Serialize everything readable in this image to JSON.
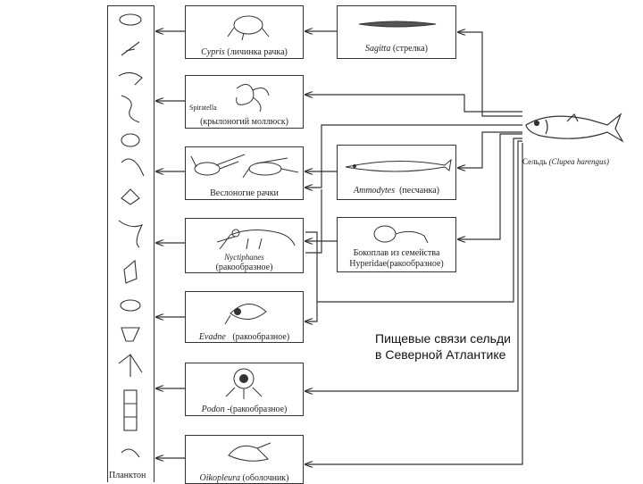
{
  "plankton_label": "Планктон",
  "herring": {
    "label": "Сельдь",
    "latin": "(Clupea harengus)"
  },
  "caption": {
    "line1": "Пищевые связи сельди",
    "line2": "в Северной Атлантике"
  },
  "column1": [
    {
      "latin": "Cypris",
      "text": "(личинка рачка)"
    },
    {
      "latin": "Spiratella",
      "text": "(крылоногий моллюск)"
    },
    {
      "latin": "",
      "text": "Веслоногие рачки"
    },
    {
      "latin": "Nyctiphanes",
      "text": "(ракообразное)"
    },
    {
      "latin": "Evadne",
      "text": "(ракообразное)"
    },
    {
      "latin": "Podon",
      "text": "-(ракообразное)"
    },
    {
      "latin": "Oikopleura",
      "text": "(оболочник)"
    }
  ],
  "column2": [
    {
      "latin": "Sagitta",
      "text": "(стрелка)"
    },
    {
      "latin": "Ammodytes",
      "text": "(песчанка)"
    },
    {
      "line1": "Бокоплав из семейства",
      "line2": "Hyperidae(ракообразное)"
    }
  ]
}
